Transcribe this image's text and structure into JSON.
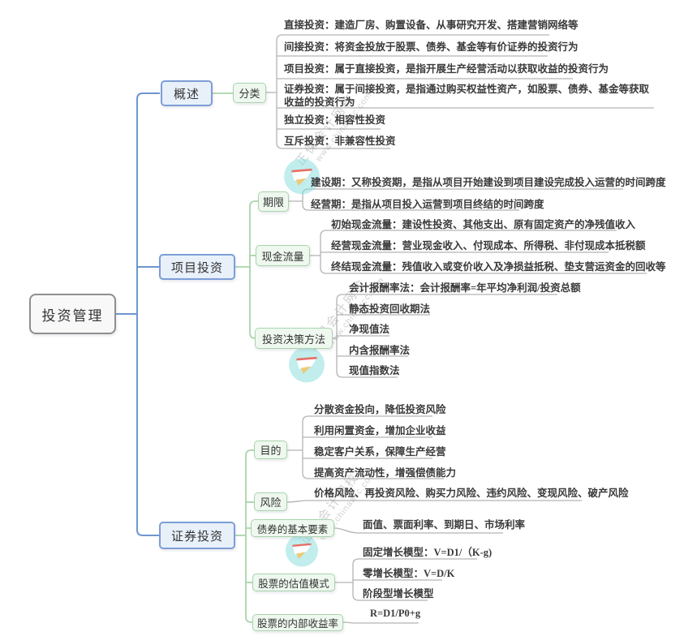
{
  "root": {
    "label": "投资管理"
  },
  "branches": [
    {
      "label": "概述",
      "children": [
        {
          "label": "分类",
          "leaves": [
            "直接投资：建造厂房、购置设备、从事研究开发、搭建营销网络等",
            "间接投资：将资金投放于股票、债券、基金等有价证券的投资行为",
            "项目投资：属于直接投资，是指开展生产经营活动以获取收益的投资行为",
            "证券投资：属于间接投资，是指通过购买权益性资产，如股票、债券、基金等获取收益的投资行为",
            "独立投资：相容性投资",
            "互斥投资：非兼容性投资"
          ]
        }
      ]
    },
    {
      "label": "项目投资",
      "children": [
        {
          "label": "期限",
          "leaves": [
            "建设期：又称投资期，是指从项目开始建设到项目建设完成投入运营的时间跨度",
            "经营期：是指从项目投入运营到项目终结的时间跨度"
          ]
        },
        {
          "label": "现金流量",
          "leaves": [
            "初始现金流量：建设性投资、其他支出、原有固定资产的净残值收入",
            "经营现金流量：营业现金收入、付现成本、所得税、非付现成本抵税额",
            "终结现金流量：残值收入或变价收入及净损益抵税、垫支营运资金的回收等"
          ]
        },
        {
          "label": "投资决策方法",
          "leaves": [
            "会计报酬率法：会计报酬率=年平均净利润/投资总额",
            "静态投资回收期法",
            "净现值法",
            "内含报酬率法",
            "现值指数法"
          ]
        }
      ]
    },
    {
      "label": "证券投资",
      "children": [
        {
          "label": "目的",
          "leaves": [
            "分散资金投向，降低投资风险",
            "利用闲置资金，增加企业收益",
            "稳定客户关系，保障生产经营",
            "提高资产流动性，增强偿债能力"
          ]
        },
        {
          "label": "风险",
          "leaves": [
            "价格风险、再投资风险、购买力风险、违约风险、变现风险、破产风险"
          ]
        },
        {
          "label": "债券的基本要素",
          "leaves": [
            "面值、票面利率、到期日、市场利率"
          ]
        },
        {
          "label": "股票的估值模式",
          "leaves": [
            "固定增长模型：V=D1/（K-g)",
            "零增长模型：V=D/K",
            "阶段型增长模型"
          ]
        },
        {
          "label": "股票的内部收益率",
          "leaves": [
            "R=D1/P0+g"
          ]
        }
      ]
    }
  ],
  "watermark": {
    "brand": "正保会计网校",
    "url": "www.chinaacc.com",
    "logo_color": "#86dcdc"
  },
  "colors": {
    "root_border": "#8f8f8f",
    "level1_fill": "#e8f0fa",
    "level1_border": "#7d9ed6",
    "level2_fill": "#eef8ef",
    "level2_border": "#a9d4ab",
    "branch_line_blue": "#6e96cf",
    "branch_line_green": "#a9d4ab",
    "leaf_line_gray": "#b3b3b3",
    "text": "#3a3a3a"
  }
}
